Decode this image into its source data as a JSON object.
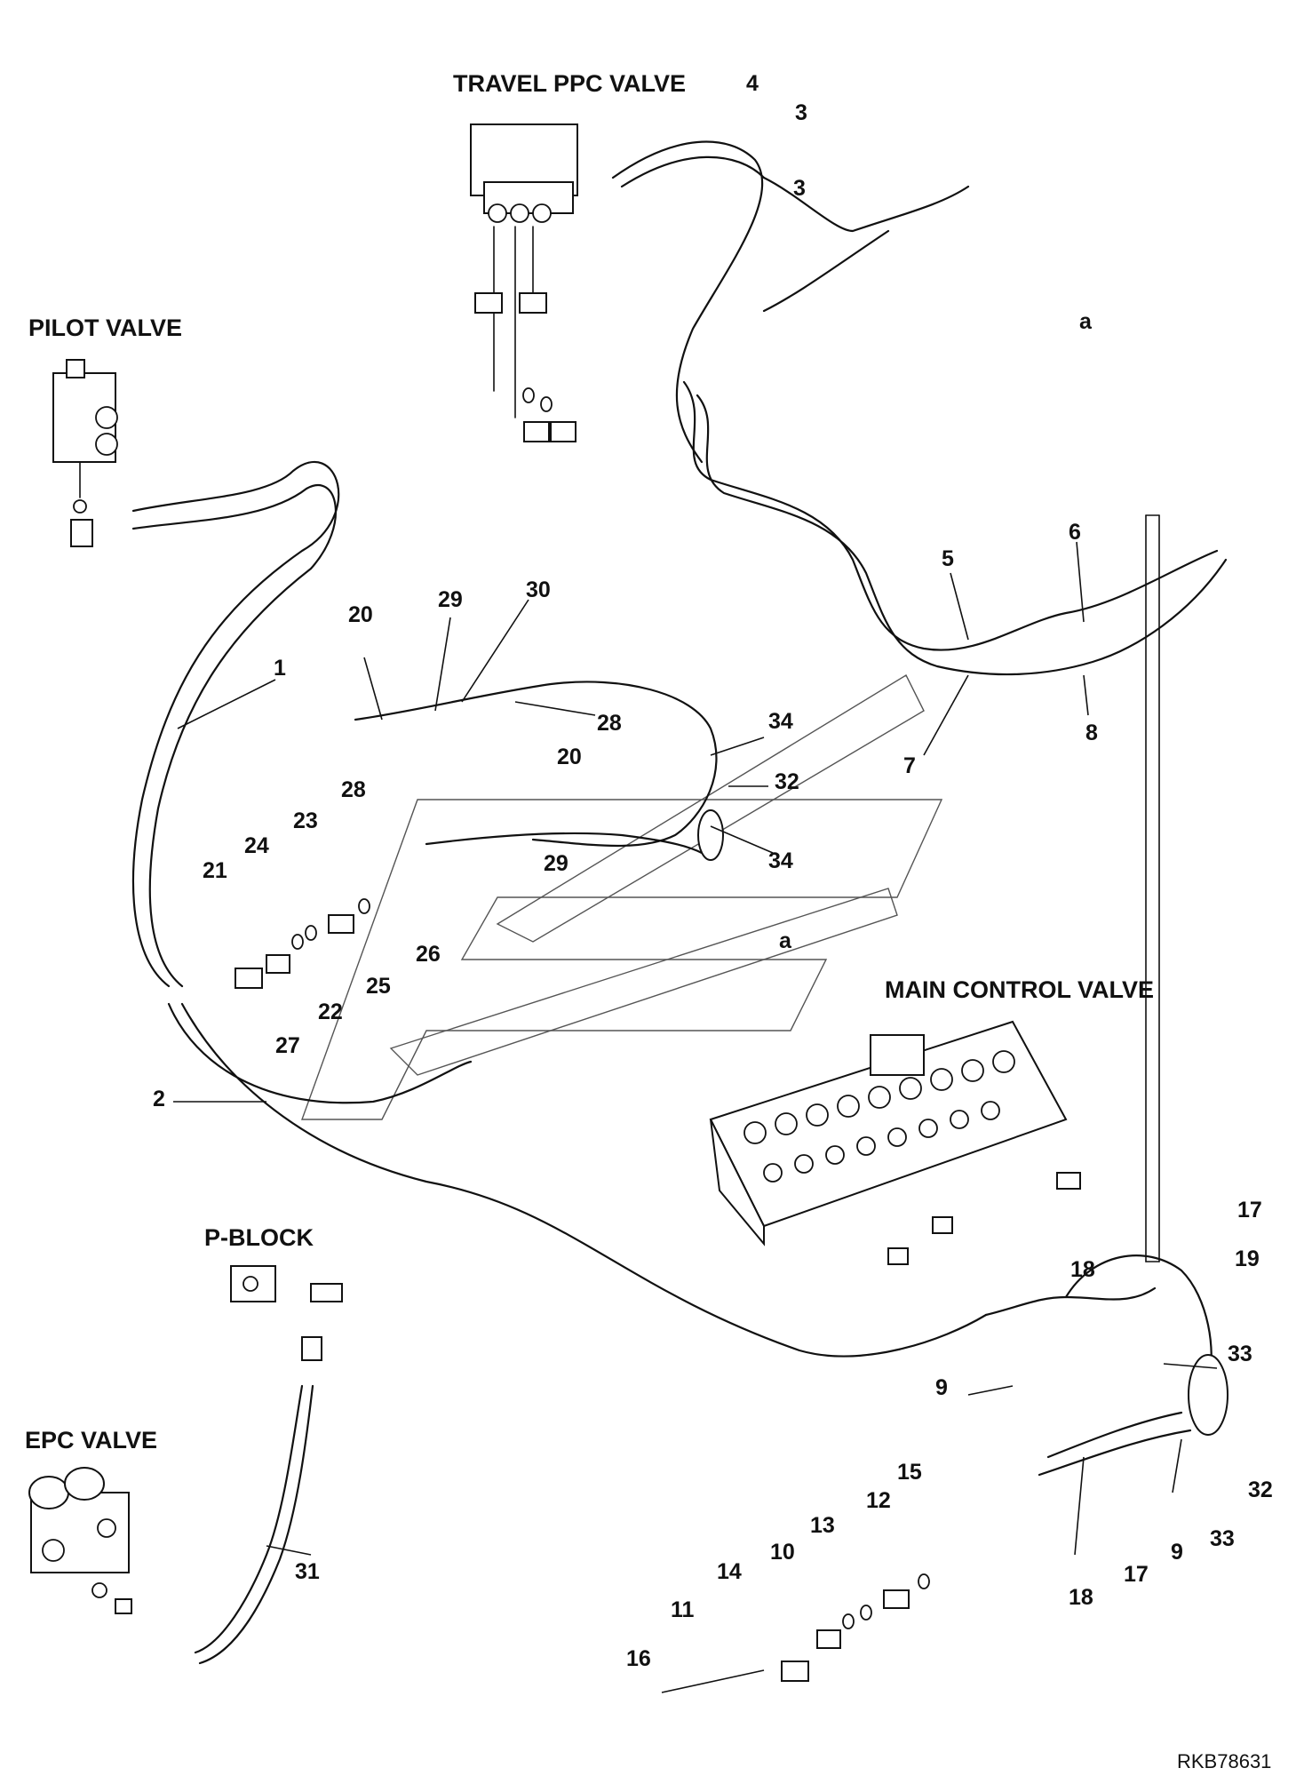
{
  "components": {
    "travel_ppc_valve": "TRAVEL PPC VALVE",
    "pilot_valve": "PILOT VALVE",
    "main_control_valve": "MAIN CONTROL VALVE",
    "p_block": "P-BLOCK",
    "epc_valve": "EPC VALVE"
  },
  "connection_marks": [
    "a",
    "a"
  ],
  "part_callouts": [
    "4",
    "3",
    "3",
    "1",
    "2",
    "5",
    "6",
    "7",
    "8",
    "9",
    "9",
    "10",
    "11",
    "12",
    "13",
    "14",
    "15",
    "16",
    "17",
    "17",
    "18",
    "18",
    "19",
    "20",
    "20",
    "21",
    "22",
    "23",
    "24",
    "25",
    "26",
    "27",
    "28",
    "28",
    "29",
    "29",
    "30",
    "31",
    "32",
    "32",
    "33",
    "33",
    "34",
    "34"
  ],
  "drawing_code": "RKB78631",
  "icons": {
    "watermark": "stylised-f-logo-watermark"
  }
}
